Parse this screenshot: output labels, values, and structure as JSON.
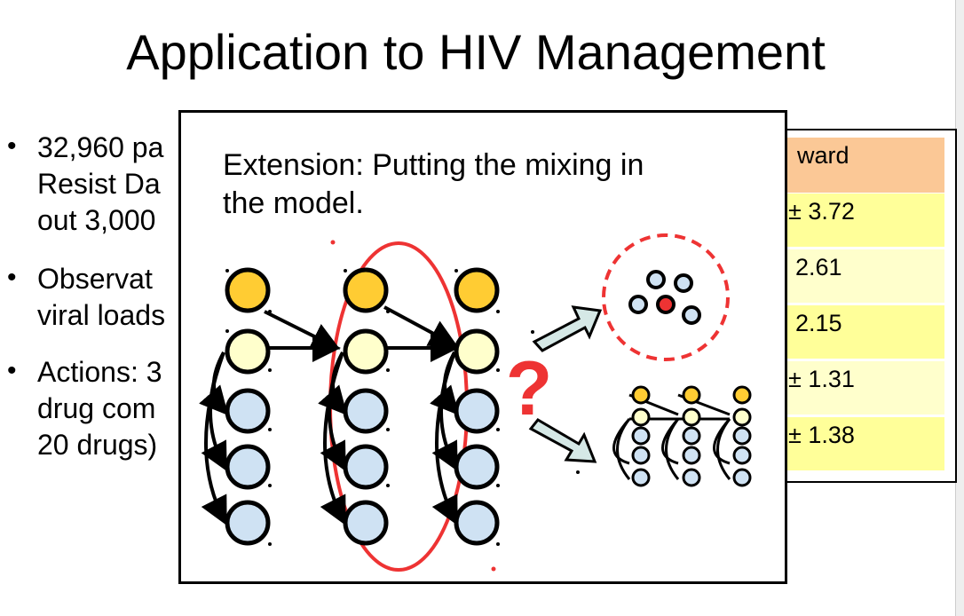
{
  "slide": {
    "title": "Application to HIV Management",
    "bullets": [
      {
        "lines": [
          "32,960 pa",
          "Resist Da",
          "out 3,000"
        ]
      },
      {
        "lines": [
          "Observat",
          "viral loads"
        ]
      },
      {
        "lines": [
          "Actions: 3",
          "drug com",
          "20 drugs)"
        ]
      }
    ]
  },
  "table": {
    "header": "ward",
    "rows": [
      "± 3.72",
      "2.61",
      "2.15",
      "± 1.31",
      "± 1.38"
    ],
    "colors": {
      "header": "#fbc896",
      "row_dark": "#ffff99",
      "row_light": "#ffffcc"
    }
  },
  "popup": {
    "title_lines": [
      "Extension: Putting the mixing in",
      "the model."
    ],
    "question_mark": "?",
    "colors": {
      "gold": "#ffcc33",
      "pale_yellow": "#ffffcc",
      "light_blue": "#cfe2f3",
      "red": "#ee3333",
      "arrow_fill": "#d5e8e6"
    }
  }
}
